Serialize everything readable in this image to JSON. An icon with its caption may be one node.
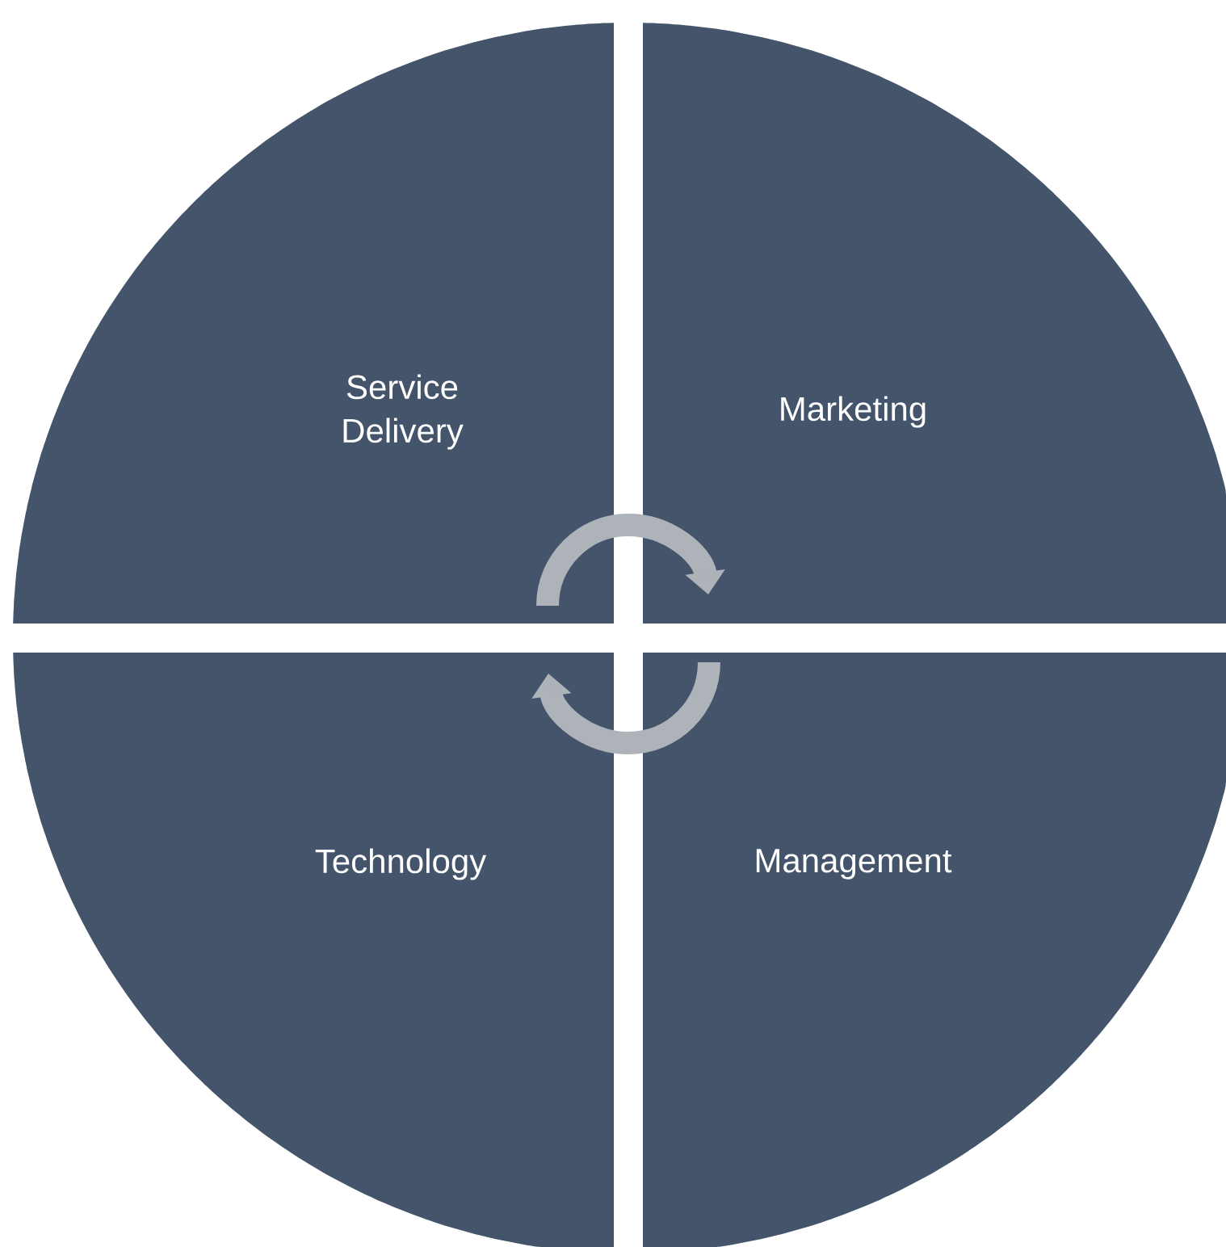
{
  "diagram": {
    "nodes": [
      {
        "text": [
          "Service Delivery"
        ]
      },
      {
        "text": [
          "Marketing"
        ]
      },
      {
        "text": [
          "Technology"
        ]
      },
      {
        "text": [
          "Management"
        ]
      }
    ],
    "edges": [
      {
        "from": 0,
        "to": 1,
        "arrow": "to"
      },
      {
        "from": 3,
        "to": 2,
        "arrow": "to"
      }
    ]
  }
}
